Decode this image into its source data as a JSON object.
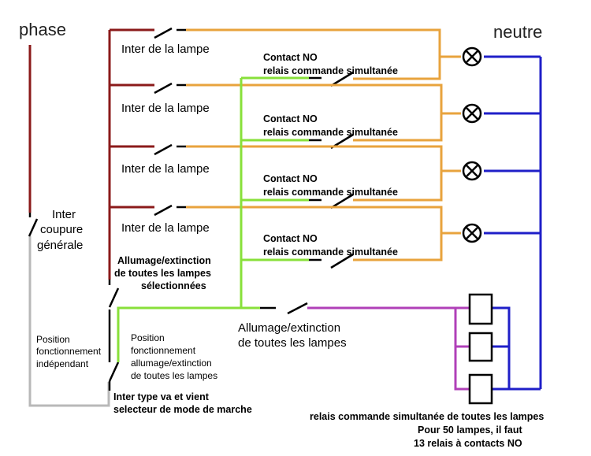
{
  "diagram": {
    "phase_label": "phase",
    "neutral_label": "neutre",
    "main_switch": {
      "line1": "Inter",
      "line2": "coupure",
      "line3": "générale"
    },
    "lamp_switch_label": "Inter de la lampe",
    "contact_line1": "Contact NO",
    "contact_line2": "relais commande simultanée",
    "selected_on_off": {
      "line1": "Allumage/extinction",
      "line2": "de toutes les lampes",
      "line3": "sélectionnées"
    },
    "all_on_off": {
      "line1": "Allumage/extinction",
      "line2": "de toutes les lampes"
    },
    "pos_independent": {
      "line1": "Position",
      "line2": "fonctionnement",
      "line3": "indépendant"
    },
    "pos_simultaneous": {
      "line1": "Position",
      "line2": "fonctionnement",
      "line3": "allumage/extinction",
      "line4": "de toutes les lampes"
    },
    "selector": {
      "line1": "Inter type va et vient",
      "line2": "selecteur de mode de marche"
    },
    "relay_note": {
      "line1": "relais commande simultanée de toutes les lampes",
      "line2": "Pour 50 lampes, il faut",
      "line3": "13 relais à contacts NO"
    },
    "colors": {
      "phase": "#8b1a1a",
      "lamp_wire": "#e8a33d",
      "green_wire": "#88e03a",
      "neutral": "#1f1fc8",
      "relay_wire": "#b040b8",
      "gray_wire": "#b8b8b8"
    }
  }
}
